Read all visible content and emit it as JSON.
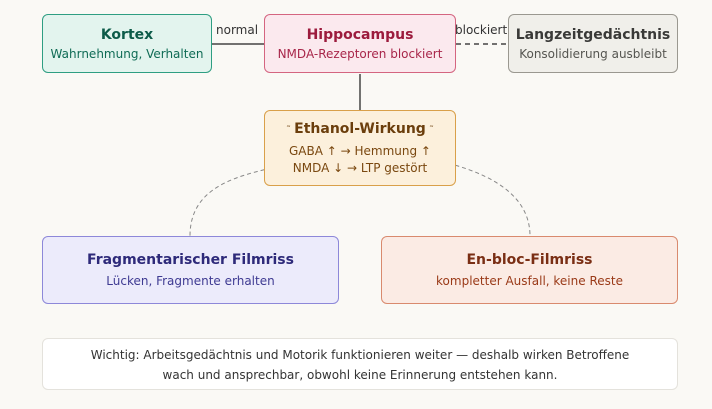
{
  "nodes": {
    "kortex": {
      "title": "Kortex",
      "sub": "Wahrnehmung, Verhalten"
    },
    "hippocampus": {
      "title": "Hippocampus",
      "sub": "NMDA-Rezeptoren blockiert"
    },
    "langzeit": {
      "title": "Langzeitgedächtnis",
      "sub": "Konsolidierung ausbleibt"
    },
    "ethanol": {
      "title": "Ethanol-Wirkung",
      "line1": "GABA ↑ → Hemmung ↑",
      "line2": "NMDA ↓ → LTP gestört"
    },
    "fragmentarisch": {
      "title": "Fragmentarischer Filmriss",
      "sub": "Lücken, Fragmente erhalten"
    },
    "enbloc": {
      "title": "En-bloc-Filmriss",
      "sub": "kompletter Ausfall, keine Reste"
    }
  },
  "edges": {
    "normal_label": "normal",
    "blockiert_label": "blockiert"
  },
  "note": {
    "line1": "Wichtig: Arbeitsgedächtnis und Motorik funktionieren weiter — deshalb wirken Betroffene",
    "line2": "wach und ansprechbar, obwohl keine Erinnerung entstehen kann."
  }
}
